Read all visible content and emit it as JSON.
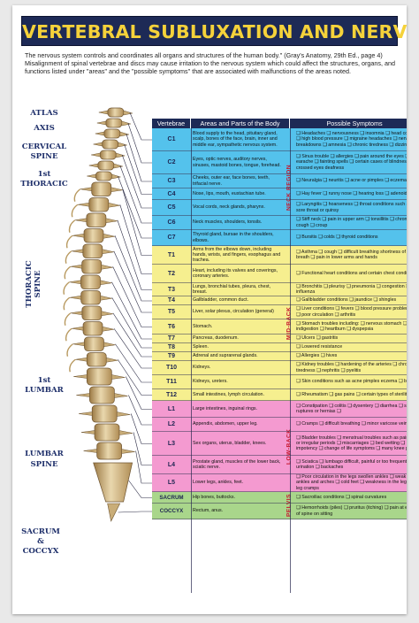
{
  "title": "VERTEBRAL SUBLUXATION AND NERVE CHART",
  "intro": [
    "The nervous system controls and coordinates all organs and structures of the human body.\" (Gray's Anatomy, 29th Ed., page 4)",
    "Misalignment of spinal vertebrae and discs may cause irritation to the nervous system which could affect the structures, organs, and functions listed under \"areas\" and the \"possible symptoms\" that are associated with malfunctions of the areas noted."
  ],
  "side_labels": {
    "atlas": "ATLAS",
    "axis": "AXIS",
    "cervical_1": "CERVICAL",
    "cervical_2": "SPINE",
    "thoracic_first_1": "1st",
    "thoracic_first_2": "THORACIC",
    "thoracic_spine": "THORACIC SPINE",
    "lumbar_first_1": "1st",
    "lumbar_first_2": "LUMBAR",
    "lumbar_spine_1": "LUMBAR",
    "lumbar_spine_2": "SPINE",
    "sacrum_1": "SACRUM",
    "sacrum_2": "&",
    "sacrum_3": "COCCYX"
  },
  "columns": {
    "vertebrae": "Vertebrae",
    "areas": "Areas and Parts of the Body",
    "symptoms": "Possible Symptoms"
  },
  "regions": [
    {
      "name": "NECK REGION",
      "color": "#54c2ec"
    },
    {
      "name": "MID-BACK",
      "color": "#f6ef8f"
    },
    {
      "name": "LOW-BACK",
      "color": "#f49ad0"
    },
    {
      "name": "PELVIS",
      "color": "#a9d68b"
    }
  ],
  "rows": [
    {
      "v": "C1",
      "a": "Blood supply to the head, pituitary gland, scalp, bones of the face, brain, inner and middle ear, sympathetic nervous system.",
      "s": "❏ Headaches ❏ nervousness ❏ insomnia ❏ head colds ❏ high blood pressure ❏ migraine headaches ❏ nervous breakdowns ❏ amnesia ❏ chronic tiredness ❏ dizziness"
    },
    {
      "v": "C2",
      "a": "Eyes, optic nerves, auditory nerves, sinuses, mastoid bones, tongue, forehead.",
      "s": "❏ Sinus trouble ❏ allergies ❏ pain around the eyes ❏ earache ❏ fainting spells ❏ certain cases of blindness ❏ crossed eyes deafness"
    },
    {
      "v": "C3",
      "a": "Cheeks, outer ear, face bones, teeth, trifacial nerve.",
      "s": "❏ Neuralgia ❏ neuritis ❏ acne or pimples ❏ eczema"
    },
    {
      "v": "C4",
      "a": "Nose, lips, mouth, eustachian tube.",
      "s": "❏ Hay fever ❏ runny nose ❏ hearing loss ❏ adenoids"
    },
    {
      "v": "C5",
      "a": "Vocal cords, neck glands, pharynx.",
      "s": "❏ Laryngitis ❏ hoarseness ❏ throat conditions such as sore throat or quinsy"
    },
    {
      "v": "C6",
      "a": "Neck muscles, shoulders, tonsils.",
      "s": "❏ Stiff neck ❏ pain in upper arm ❏ tonsillitis ❏ chronic cough ❏ croup"
    },
    {
      "v": "C7",
      "a": "Thyroid gland, bursae in the shoulders, elbows.",
      "s": "❏ Bursitis ❏ colds ❏ thyroid conditions"
    },
    {
      "v": "T1",
      "a": "Arms from the elbows down, including hands, wrists, and fingers, esophagus and trachea.",
      "s": "❏ Asthma ❏ cough ❏ difficult breathing shortness of breath ❏ pain in lower arms and hands"
    },
    {
      "v": "T2",
      "a": "Heart, including its valves and coverings, coronary arteries.",
      "s": "❏ Functional heart conditions and certain chest conditions"
    },
    {
      "v": "T3",
      "a": "Lungs, bronchial tubes, pleura, chest, breast.",
      "s": "❏ Bronchitis ❏ pleurisy ❏ pneumonia ❏ congestion ❏ influenza"
    },
    {
      "v": "T4",
      "a": "Gallbladder, common duct.",
      "s": "❏ Gallbladder conditions ❏ jaundice ❏ shingles"
    },
    {
      "v": "T5",
      "a": "Liver, solar plexus, circulation (general)",
      "s": "❏ Liver conditions ❏ fevers ❏ blood pressure problems ❏ poor circulation ❏ arthritis"
    },
    {
      "v": "T6",
      "a": "Stomach.",
      "s": "❏ Stomach troubles including: ❏ nervous stomach ❏ indigestion ❏ heartburn ❏ dyspepsia"
    },
    {
      "v": "T7",
      "a": "Pancreas, duodenum.",
      "s": "❏ Ulcers ❏ gastritis"
    },
    {
      "v": "T8",
      "a": "Spleen.",
      "s": "❏ Lowered resistance"
    },
    {
      "v": "T9",
      "a": "Adrenal and suprarenal glands.",
      "s": "❏ Allergies ❏ hives"
    },
    {
      "v": "T10",
      "a": "Kidneys.",
      "s": "❏ Kidney troubles ❏ hardening of the arteries ❏ chronic tiredness ❏ nephritis ❏ pyelitis"
    },
    {
      "v": "T11",
      "a": "Kidneys, ureters.",
      "s": "❏ Skin conditions such as acne pimples eczema ❏ boils"
    },
    {
      "v": "T12",
      "a": "Small intestines, lymph circulation.",
      "s": "❏ Rheumatism ❏ gas pains ❏ certain types of sterility"
    },
    {
      "v": "L1",
      "a": "Large intestines, inguinal rings.",
      "s": "❏ Constipation ❏ colitis ❏ dysentery ❏ diarrhea ❏ some ruptures or hernias ❏"
    },
    {
      "v": "L2",
      "a": "Appendix, abdomen, upper leg.",
      "s": "❏ Cramps ❏ difficult breathing ❏ minor varicose veins"
    },
    {
      "v": "L3",
      "a": "Sex organs, uterus, bladder, knees.",
      "s": "❏ Bladder troubles ❏ menstrual troubles such as painful or irregular periods ❏ miscarriages ❏ bed wetting ❏ impotency ❏ change of life symptoms ❏ many knee pains"
    },
    {
      "v": "L4",
      "a": "Prostate gland, muscles of the lower back, sciatic nerve.",
      "s": "❏ Sciatica ❏ lumbago difficult, painful or too frequent urination ❏ backaches"
    },
    {
      "v": "L5",
      "a": "Lower legs, ankles, feet.",
      "s": "❏ Poor circulation in the legs swollen ankles ❏ weak ankles and arches ❏ cold feet ❏ weakness in the legs ❏ leg cramps"
    },
    {
      "v": "SACRUM",
      "a": "Hip bones, buttocks.",
      "s": "❏ Sacroiliac conditions ❏ spinal curvatures"
    },
    {
      "v": "COCCYX",
      "a": "Rectum, anus.",
      "s": "❏ Hemorrhoids (piles) ❏ pruritus (itching) ❏ pain at end of spine on sitting"
    }
  ]
}
